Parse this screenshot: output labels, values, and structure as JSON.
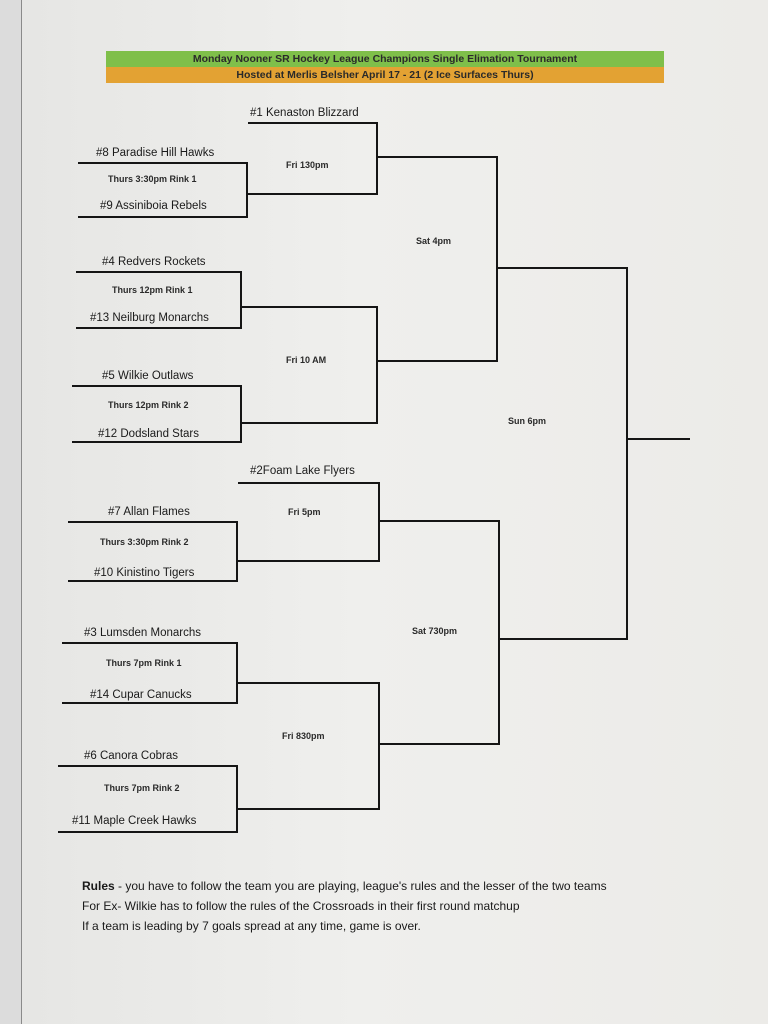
{
  "header": {
    "title": "Monday Nooner SR Hockey League Champions Single Elimation Tournament",
    "subtitle": "Hosted at Merlis Belsher April 17 - 21 (2 Ice Surfaces Thurs)",
    "title_bg": "#7fbf4a",
    "subtitle_bg": "#e3a233"
  },
  "teams": {
    "t1": "#1 Kenaston Blizzard",
    "t8": "#8 Paradise Hill Hawks",
    "t9": "#9 Assiniboia Rebels",
    "t4": "#4 Redvers Rockets",
    "t13": "#13 Neilburg Monarchs",
    "t5": "#5 Wilkie Outlaws",
    "t12": "#12 Dodsland Stars",
    "t2": "#2Foam Lake Flyers",
    "t7": "#7 Allan Flames",
    "t10": "#10 Kinistino Tigers",
    "t3": "#3 Lumsden Monarchs",
    "t14": "#14 Cupar Canucks",
    "t6": "#6 Canora Cobras",
    "t11": "#11 Maple Creek Hawks"
  },
  "games": {
    "g_8_9": "Thurs 3:30pm  Rink 1",
    "g_4_13": "Thurs 12pm  Rink 1",
    "g_5_12": "Thurs 12pm  Rink 2",
    "g_7_10": "Thurs 3:30pm  Rink 2",
    "g_3_14": "Thurs 7pm Rink 1",
    "g_6_11": "Thurs 7pm Rink 2",
    "qf1": "Fri 130pm",
    "qf2": "Fri 10 AM",
    "qf3": "Fri 5pm",
    "qf4": "Fri 830pm",
    "sf1": "Sat 4pm",
    "sf2": "Sat 730pm",
    "final": "Sun 6pm"
  },
  "rules": {
    "label": "Rules",
    "line1": " - you have to follow the team you are playing, league's rules and the lesser of the two teams",
    "line2": "For Ex- Wilkie has to follow the rules of the Crossroads in their first round matchup",
    "line3": "If a team is leading by 7 goals spread at any time, game is over."
  }
}
